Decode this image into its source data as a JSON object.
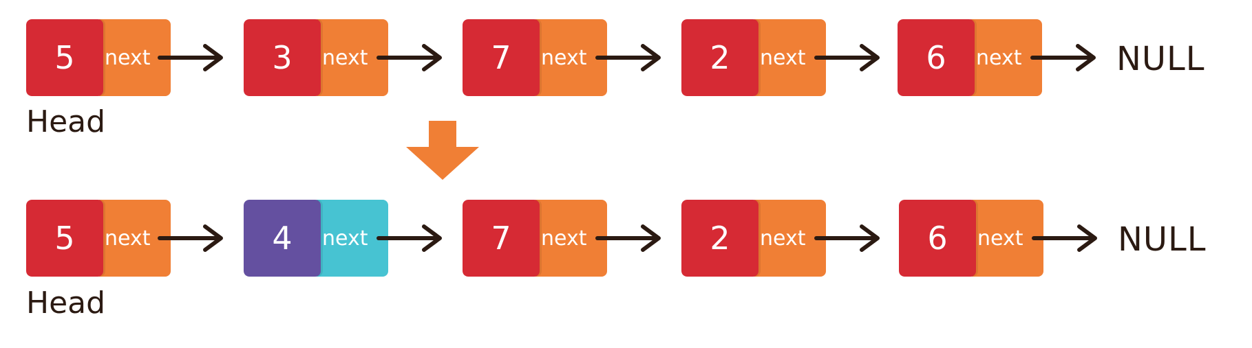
{
  "colors": {
    "value_box": "#d62a34",
    "next_box": "#f07f35",
    "inserted_value_box": "#6450a0",
    "inserted_next_box": "#47c3d2",
    "arrow": "#2b1a12",
    "transition_arrow": "#f07f35",
    "text": "#2b1a12"
  },
  "icons": {
    "link_arrow": "right-arrow-icon",
    "transition_arrow": "down-arrow-icon"
  },
  "before": {
    "head_label": "Head",
    "null_label": "NULL",
    "nodes": [
      {
        "value": "5",
        "next": "next",
        "kind": "default"
      },
      {
        "value": "3",
        "next": "next",
        "kind": "default"
      },
      {
        "value": "7",
        "next": "next",
        "kind": "default"
      },
      {
        "value": "2",
        "next": "next",
        "kind": "default"
      },
      {
        "value": "6",
        "next": "next",
        "kind": "default"
      }
    ]
  },
  "after": {
    "head_label": "Head",
    "null_label": "NULL",
    "nodes": [
      {
        "value": "5",
        "next": "next",
        "kind": "default"
      },
      {
        "value": "4",
        "next": "next",
        "kind": "inserted"
      },
      {
        "value": "7",
        "next": "next",
        "kind": "default"
      },
      {
        "value": "2",
        "next": "next",
        "kind": "default"
      },
      {
        "value": "6",
        "next": "next",
        "kind": "default"
      }
    ]
  }
}
